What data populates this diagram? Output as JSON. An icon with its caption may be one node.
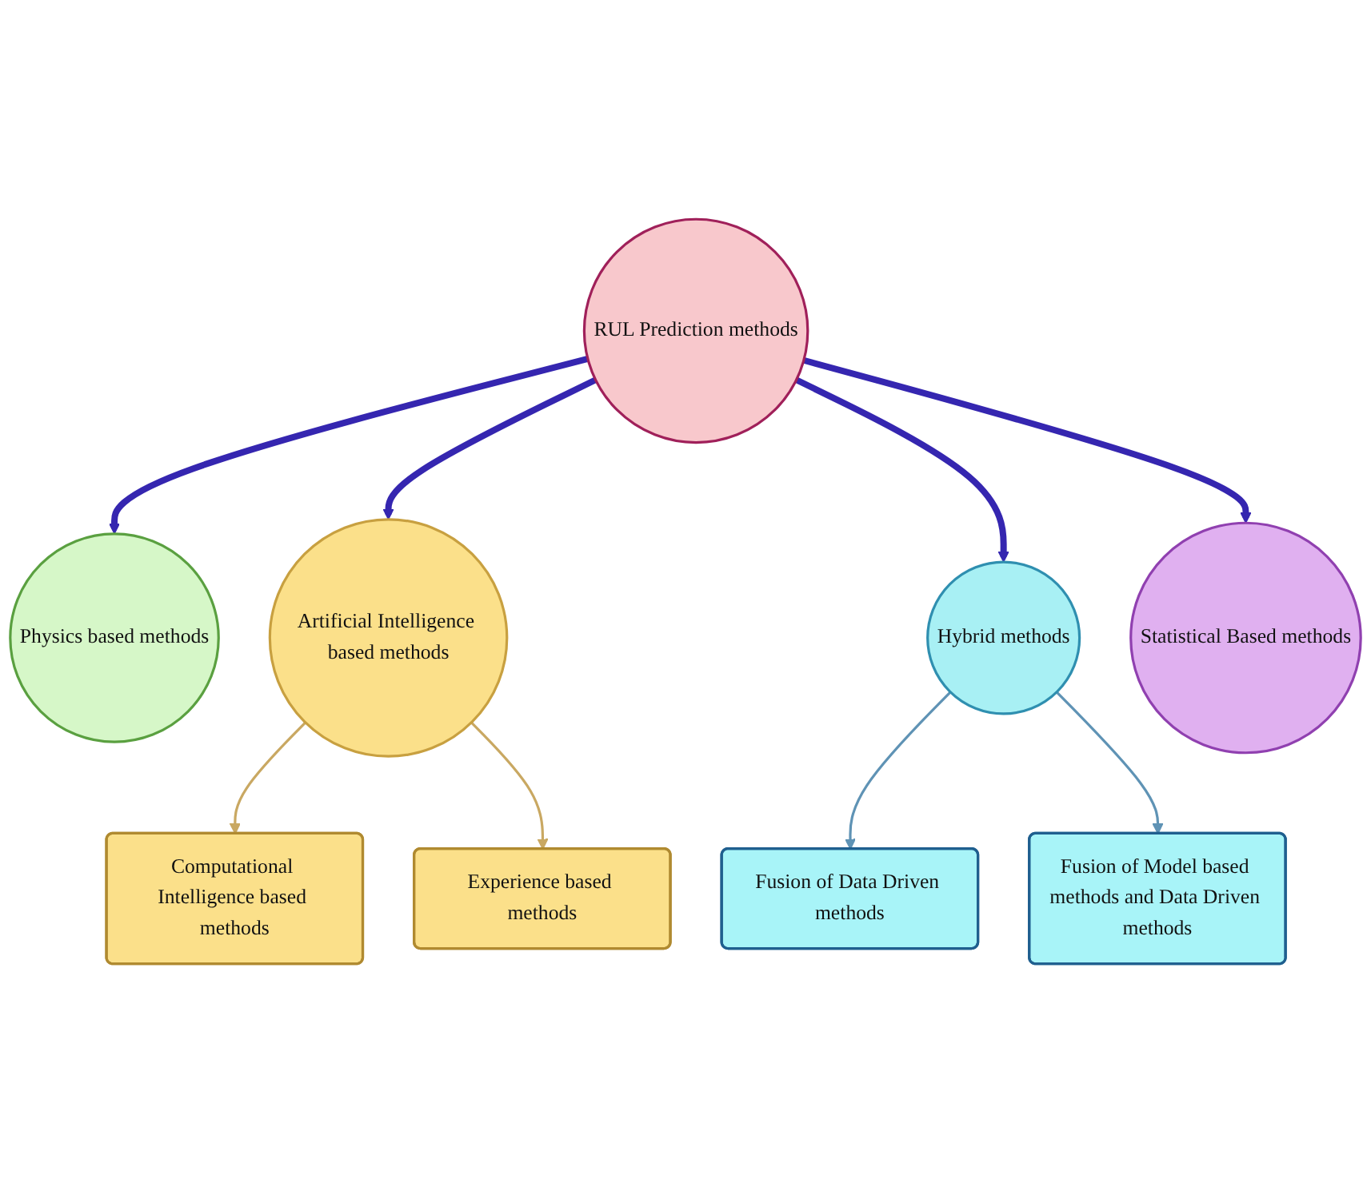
{
  "diagram": {
    "nodes": [
      {
        "text": [
          "RUL Prediction methods"
        ]
      },
      {
        "text": [
          "Physics based methods"
        ]
      },
      {
        "text": [
          "Artificial Intelligence based methods"
        ]
      },
      {
        "text": [
          "Hybrid methods"
        ]
      },
      {
        "text": [
          "Statistical Based methods"
        ]
      },
      {
        "text": [
          "Computational Intelligence based methods"
        ]
      },
      {
        "text": [
          "Experience based methods"
        ]
      },
      {
        "text": [
          "Fusion of Data Driven methods"
        ]
      },
      {
        "text": [
          "Fusion of Model based methods and Data Driven methods"
        ]
      }
    ],
    "edges": [
      {
        "from": 0,
        "to": 1,
        "arrow": "to",
        "style": "thick",
        "color": "#3526b0"
      },
      {
        "from": 0,
        "to": 2,
        "arrow": "to",
        "style": "thick",
        "color": "#3526b0"
      },
      {
        "from": 0,
        "to": 3,
        "arrow": "to",
        "style": "thick",
        "color": "#3526b0"
      },
      {
        "from": 0,
        "to": 4,
        "arrow": "to",
        "style": "thick",
        "color": "#3526b0"
      },
      {
        "from": 2,
        "to": 5,
        "arrow": "to",
        "color": "#c9a862"
      },
      {
        "from": 2,
        "to": 6,
        "arrow": "to",
        "color": "#c9a862"
      },
      {
        "from": 3,
        "to": 7,
        "arrow": "to",
        "color": "#5f93b5"
      },
      {
        "from": 3,
        "to": 8,
        "arrow": "to",
        "color": "#5f93b5"
      }
    ]
  }
}
